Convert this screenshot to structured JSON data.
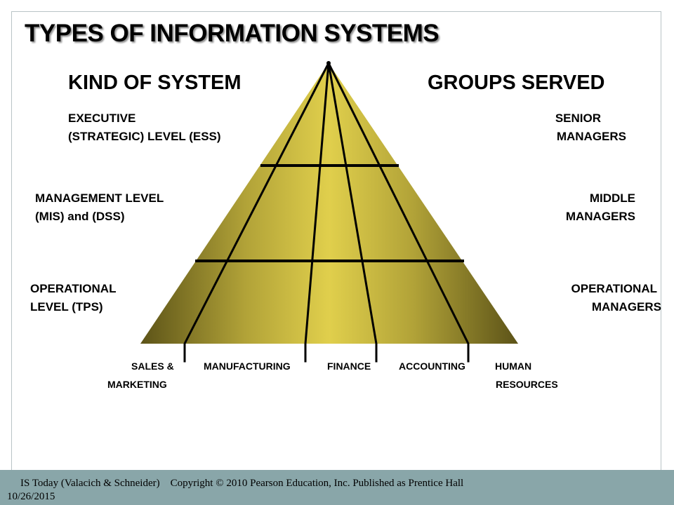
{
  "title": "TYPES OF INFORMATION SYSTEMS",
  "columns": {
    "kind_of_system": "KIND OF SYSTEM",
    "groups_served": "GROUPS SERVED"
  },
  "levels": [
    {
      "system_line1": "EXECUTIVE",
      "system_line2": "(STRATEGIC) LEVEL (ESS)",
      "group_line1": "SENIOR",
      "group_line2": "MANAGERS"
    },
    {
      "system_line1": "MANAGEMENT  LEVEL",
      "system_line2": "(MIS) and (DSS)",
      "group_line1": "MIDDLE",
      "group_line2": "MANAGERS"
    },
    {
      "system_line1": "OPERATIONAL",
      "system_line2": "LEVEL   (TPS)",
      "group_line1": "OPERATIONAL",
      "group_line2": "MANAGERS"
    }
  ],
  "functional_areas": [
    {
      "line1": "SALES &",
      "line2": "MARKETING"
    },
    {
      "line1": "MANUFACTURING",
      "line2": ""
    },
    {
      "line1": "FINANCE",
      "line2": ""
    },
    {
      "line1": "ACCOUNTING",
      "line2": ""
    },
    {
      "line1": "HUMAN",
      "line2": "RESOURCES"
    }
  ],
  "colors": {
    "pyramid_light": "#e0cf4c",
    "pyramid_dark": "#5c5318",
    "footer_bar": "#89a6a9"
  },
  "footer": {
    "source": "IS Today (Valacich & Schneider)",
    "copyright": "Copyright © 2010 Pearson Education, Inc. Published as Prentice Hall",
    "date": "10/26/2015"
  }
}
